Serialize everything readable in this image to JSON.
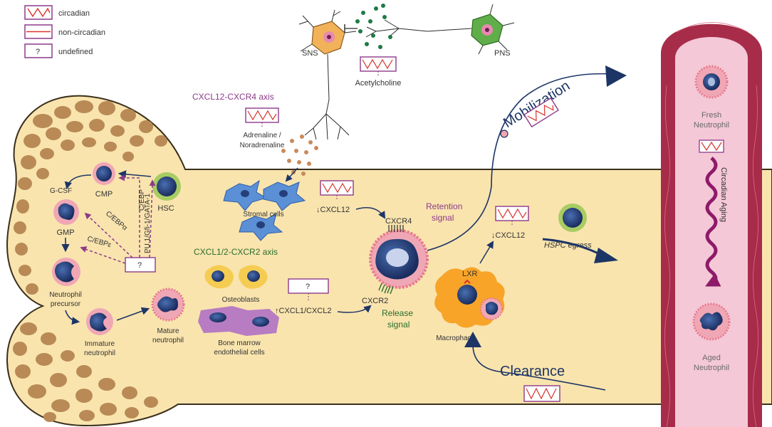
{
  "colors": {
    "bone_fill": "#f9e4ae",
    "bone_edge": "#3a2f1c",
    "spongy": "#b98a55",
    "vessel_outer": "#a72c4a",
    "vessel_inner": "#f4c8d6",
    "navy": "#1d3566",
    "purple": "#8e3a8a",
    "green": "#2a6d2a",
    "magenta": "#c2185b"
  },
  "legend": {
    "circadian": "circadian",
    "non_circadian": "non-circadian",
    "undefined_symbol": "?",
    "undefined": "undefined"
  },
  "nervous": {
    "sns": "SNS",
    "pns": "PNS",
    "acetylcholine": "Acetylcholine",
    "adrenaline_1": "Adrenaline /",
    "adrenaline_2": "Noradrenaline"
  },
  "axes": {
    "cxcl12_cxcr4": "CXCL12-CXCR4 axis",
    "cxcl12_cxcr2": "CXCL1/2-CXCR2 axis"
  },
  "hematopoiesis": {
    "gcsf": "G-CSF",
    "cmp": "CMP",
    "gmp": "GMP",
    "hsc": "HSC",
    "cebpa": "C/EBPα",
    "cebpe": "C/EBPε",
    "pu1_line1": "C/EBP",
    "pu1_line2": "PU.1/Gfi-1/GATA-1",
    "undefined_symbol": "?",
    "neutrophil_precursor_1": "Neutrophil",
    "neutrophil_precursor_2": "precursor",
    "immature_1": "Immature",
    "immature_2": "neutrophil",
    "mature_1": "Mature",
    "mature_2": "neutrophil"
  },
  "niche": {
    "stromal": "Stromal cells",
    "cxcl12_down": "↓CXCL12",
    "osteoblasts": "Osteoblasts",
    "bm_endo_1": "Bone marrow",
    "bm_endo_2": "endothelial cells",
    "cxcl12_up": "↑CXCL1/CXCL2",
    "undefined_symbol": "?",
    "cxcr4": "CXCR4",
    "cxcr2": "CXCR2",
    "retention_1": "Retention",
    "retention_2": "signal",
    "release_1": "Release",
    "release_2": "signal"
  },
  "egress": {
    "mobilization": "Mobilization",
    "cxcl12_down": "↓CXCL12",
    "hspc_egress": "HSPC egress",
    "lxr": "LXR",
    "macrophage": "Macrophage",
    "clearance": "Clearance"
  },
  "vessel": {
    "fresh_1": "Fresh",
    "fresh_2": "Neutrophil",
    "circadian_aging": "Circadian Aging",
    "aged_1": "Aged",
    "aged_2": "Neutrophil"
  }
}
